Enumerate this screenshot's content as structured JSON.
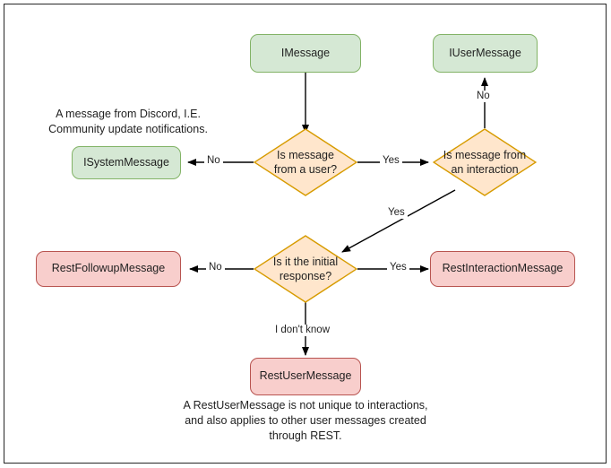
{
  "diagram": {
    "title": "Discord message type decision flowchart",
    "colors": {
      "green_fill": "#d5e8d4",
      "green_stroke": "#82b366",
      "orange_fill": "#ffe6cc",
      "orange_stroke": "#d79b00",
      "pink_fill": "#f8cecc",
      "pink_stroke": "#b85450",
      "edge_stroke": "#000000",
      "frame_stroke": "#262626",
      "background": "#ffffff"
    },
    "nodes": {
      "imessage": {
        "label": "IMessage",
        "type": "terminal",
        "color": "green"
      },
      "iusermessage": {
        "label": "IUserMessage",
        "type": "terminal",
        "color": "green"
      },
      "isystemmessage": {
        "label": "ISystemMessage",
        "type": "terminal",
        "color": "green"
      },
      "restfollowupmessage": {
        "label": "RestFollowupMessage",
        "type": "terminal",
        "color": "pink"
      },
      "restinteractionmessage": {
        "label": "RestInteractionMessage",
        "type": "terminal",
        "color": "pink"
      },
      "restusermessage": {
        "label": "RestUserMessage",
        "type": "terminal",
        "color": "pink"
      },
      "decision_user": {
        "label": "Is message from a user?",
        "type": "decision",
        "color": "orange"
      },
      "decision_interaction": {
        "label": "Is message from an interaction",
        "type": "decision",
        "color": "orange"
      },
      "decision_initial": {
        "label": "Is it the initial response?",
        "type": "decision",
        "color": "orange"
      }
    },
    "edge_labels": {
      "user_no": "No",
      "user_yes": "Yes",
      "interaction_no": "No",
      "interaction_yes": "Yes",
      "initial_no": "No",
      "initial_yes": "Yes",
      "initial_unknown": "I don't know"
    },
    "notes": {
      "system_note": "A message from Discord, I.E. Community update notifications.",
      "rest_note": "A RestUserMessage is not unique to interactions, and also applies to other user messages created through REST."
    }
  }
}
